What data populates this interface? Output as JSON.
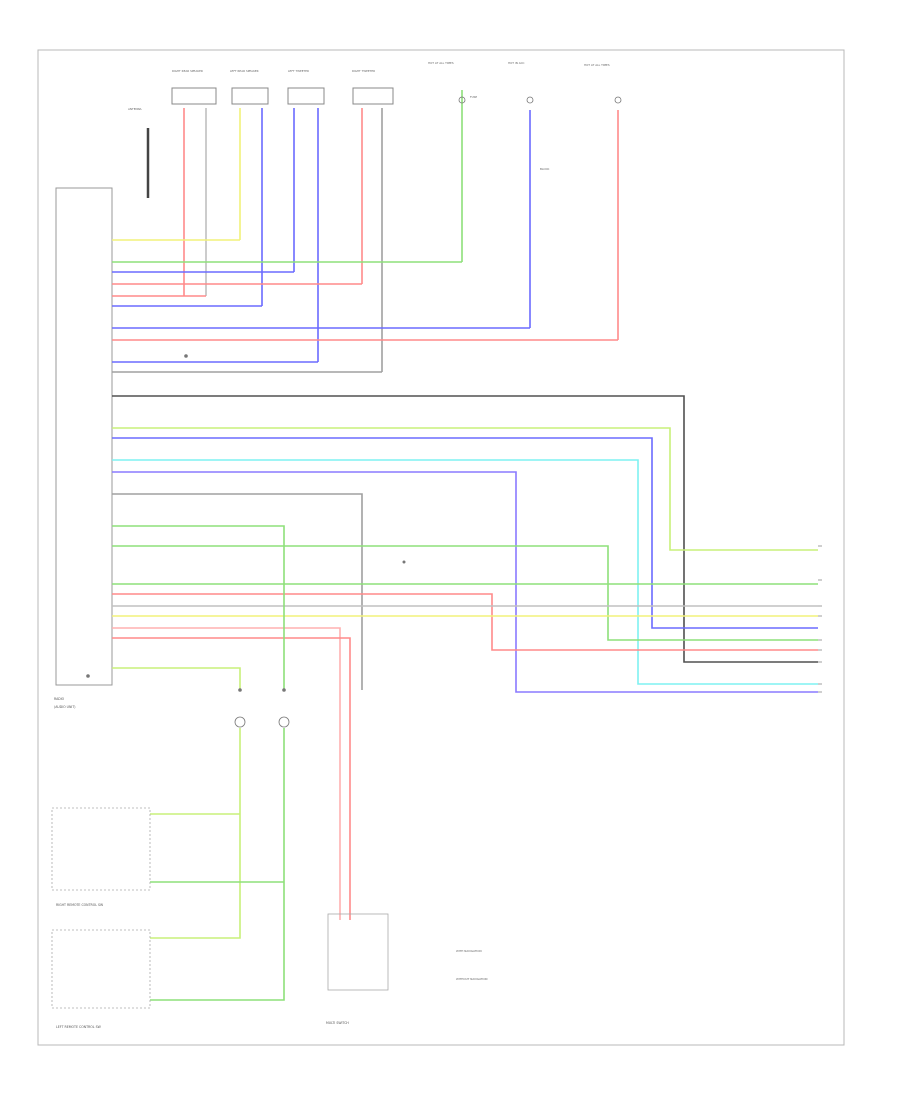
{
  "wire_colors": {
    "yellow": "#f2f27a",
    "green": "#8ee07a",
    "blue": "#6b6bff",
    "red": "#ff8a8a",
    "pink": "#ffb0b0",
    "cyan": "#7ef2f2",
    "gray": "#a0a0a0",
    "dark": "#505050",
    "lime": "#c8f07a",
    "orange": "#ffd49a",
    "violet": "#8a7aff"
  },
  "top_components": [
    {
      "label": "RIGHT REAR SPEAKER"
    },
    {
      "label": "LEFT REAR SPEAKER"
    },
    {
      "label": "LEFT TWEETER"
    },
    {
      "label": "RIGHT TWEETER"
    },
    {
      "label": "HOT AT ALL TIMES"
    },
    {
      "label": "HOT IN ACC"
    },
    {
      "label": "HOT AT ALL TIMES"
    }
  ],
  "center_labels": [
    "FUSE",
    "BLOCK",
    "ANTENNA"
  ],
  "left_unit_label": "RADIO",
  "left_unit_sub": "(AUDIO UNIT)",
  "right_remote_label": "RIGHT REMOTE CONTROL SW",
  "left_remote_label": "LEFT REMOTE CONTROL SW",
  "multi_switch_label": "MULTI SWITCH",
  "notes": [
    "WITH NAVIGATION",
    "WITHOUT NAVIGATION"
  ],
  "icons": {
    "ground": "ground-icon",
    "connector": "connector-icon",
    "fuse": "fuse-icon"
  }
}
